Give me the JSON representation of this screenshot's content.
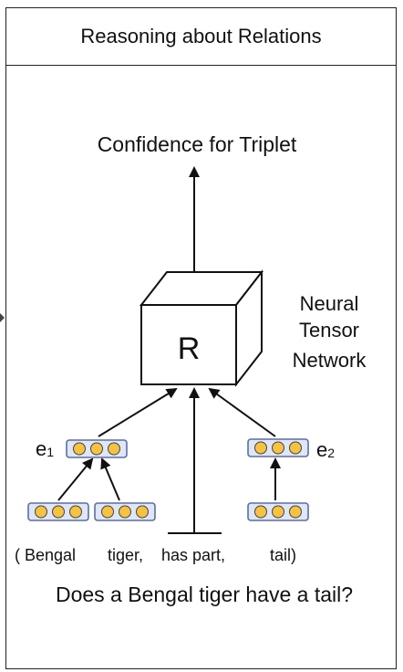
{
  "title": "Reasoning about Relations",
  "output_label": "Confidence for Triplet",
  "box_letter": "R",
  "network_label": [
    "Neural",
    "Tensor",
    "Network"
  ],
  "entity_labels": {
    "e1": "e",
    "e1_sub": "1",
    "e2": "e",
    "e2_sub": "2"
  },
  "triplet_words": [
    "( Bengal",
    "tiger,",
    "has part,",
    "tail)"
  ],
  "question": "Does a Bengal tiger have a tail?",
  "colors": {
    "node_fill": "#f5c242",
    "node_stroke": "#5a6fa8",
    "box_stroke": "#111111"
  }
}
